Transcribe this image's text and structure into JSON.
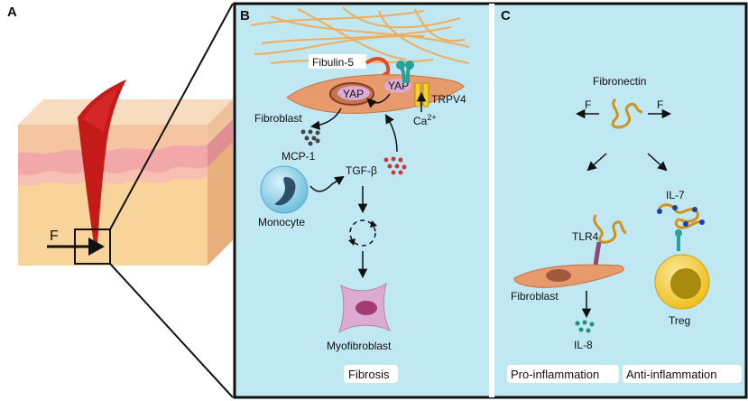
{
  "panels": {
    "a": {
      "letter": "A",
      "force": "F"
    },
    "b": {
      "letter": "B",
      "fibulin": "Fibulin-5",
      "yap_nucleus": "YAP",
      "yap_cytoplasm": "YAP",
      "trpv4": "TRPV4",
      "calcium": "Ca",
      "calcium_sup": "2+",
      "fibroblast": "Fibroblast",
      "mcp1": "MCP-1",
      "tgfb": "TGF-β",
      "monocyte": "Monocyte",
      "myofibroblast": "Myofibroblast",
      "footer": "Fibrosis"
    },
    "c": {
      "letter": "C",
      "fibronectin": "Fibronectin",
      "force_left": "F",
      "force_right": "F",
      "tlr4": "TLR4",
      "fibroblast": "Fibroblast",
      "il8": "IL-8",
      "il7": "IL-7",
      "treg": "Treg",
      "footer_left": "Pro-inflammation",
      "footer_right": "Anti-inflammation"
    }
  },
  "colors": {
    "panel_bg": "#bfe8f3",
    "skin_top": "#f6d3aa",
    "skin_pink": "#f2a7a8",
    "skin_body": "#f8d39a",
    "wound_red": "#c51a1a",
    "fiber": "#f0b060",
    "fibroblast": "#e79a6c",
    "receptor": "#2aa198",
    "myofibroblast": "#dcaad3",
    "monocyte": "#9bd7ea",
    "treg": "#f5cc2d"
  }
}
